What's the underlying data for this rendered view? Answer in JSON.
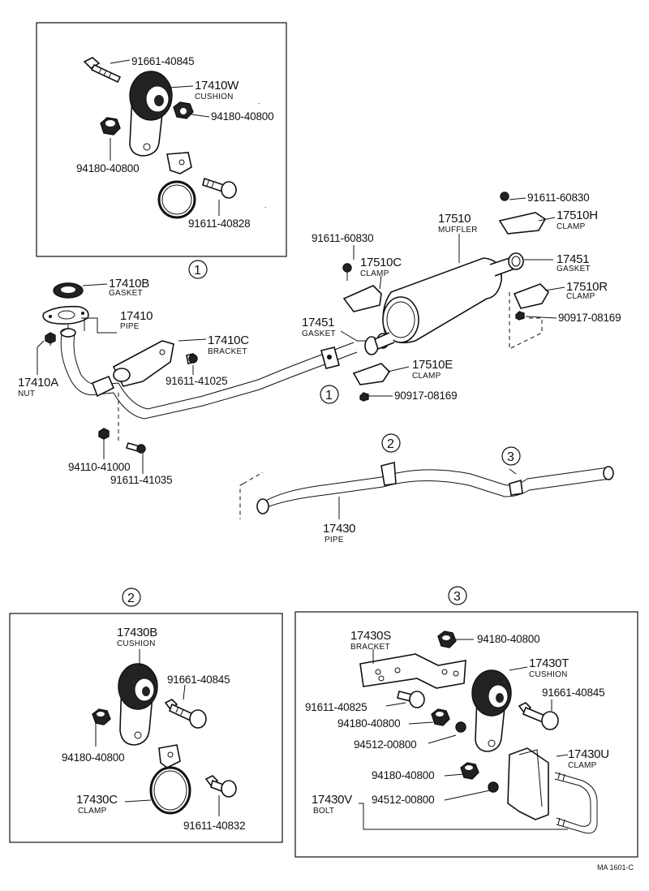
{
  "callouts": {
    "c1a": "1",
    "c1b": "1",
    "c2a": "2",
    "c2b": "2",
    "c3a": "3",
    "c3b": "3"
  },
  "parts": {
    "p91661_40845_a": "91661-40845",
    "p17410W": "17410W",
    "p17410W_d": "CUSHION",
    "p94180_40800_a": "94180-40800",
    "p94180_40800_b": "94180-40800",
    "p91611_40828": "91611-40828",
    "p91611_60830_a": "91611-60830",
    "p17510H": "17510H",
    "p17510H_d": "CLAMP",
    "p17510": "17510",
    "p17510_d": "MUFFLER",
    "p91611_60830_b": "91611-60830",
    "p17510C": "17510C",
    "p17510C_d": "CLAMP",
    "p17451_a": "17451",
    "p17451_a_d": "GASKET",
    "p17510R": "17510R",
    "p17510R_d": "CLAMP",
    "p90917_08169_a": "90917-08169",
    "p17410B": "17410B",
    "p17410B_d": "GASKET",
    "p17410": "17410",
    "p17410_d": "PIPE",
    "p17451_b": "17451",
    "p17451_b_d": "GASKET",
    "p17410C": "17410C",
    "p17410C_d": "BRACKET",
    "p91611_41025": "91611-41025",
    "p17510E": "17510E",
    "p17510E_d": "CLAMP",
    "p90917_08169_b": "90917-08169",
    "p17410A": "17410A",
    "p17410A_d": "NUT",
    "p94110_41000": "94110-41000",
    "p91611_41035": "91611-41035",
    "p17430": "17430",
    "p17430_d": "PIPE",
    "p17430B": "17430B",
    "p17430B_d": "CUSHION",
    "p91661_40845_b": "91661-40845",
    "p94180_40800_c": "94180-40800",
    "p17430C": "17430C",
    "p17430C_d": "CLAMP",
    "p91611_40832": "91611-40832",
    "p17430S": "17430S",
    "p17430S_d": "BRACKET",
    "p94180_40800_d": "94180-40800",
    "p17430T": "17430T",
    "p17430T_d": "CUSHION",
    "p91611_40825": "91611-40825",
    "p91661_40845_c": "91661-40845",
    "p94180_40800_e": "94180-40800",
    "p94512_00800_a": "94512-00800",
    "p17430U": "17430U",
    "p17430U_d": "CLAMP",
    "p94180_40800_f": "94180-40800",
    "p17430V": "17430V",
    "p17430V_d": "BOLT",
    "p94512_00800_b": "94512-00800"
  },
  "footer": {
    "code": "MA  1601-C"
  }
}
